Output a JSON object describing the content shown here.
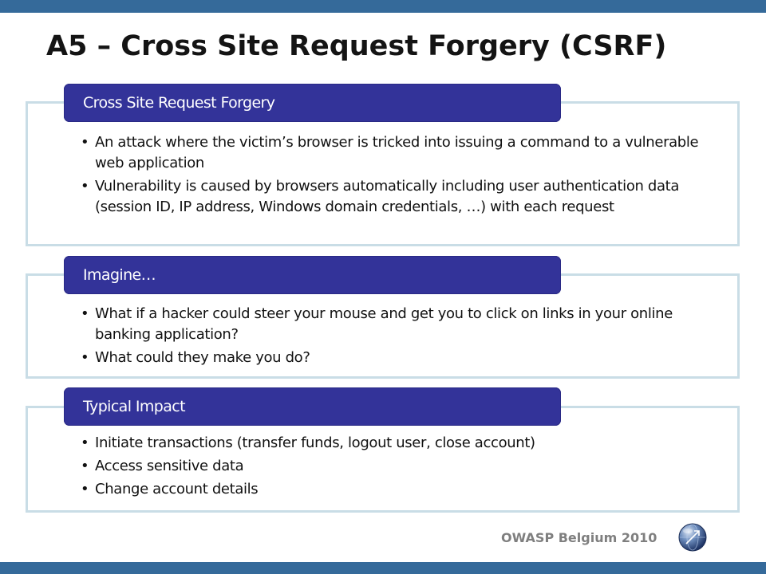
{
  "slide": {
    "title": "A5 – Cross Site Request Forgery (CSRF)",
    "footer": "OWASP Belgium 2010",
    "logo_icon": "owasp-globe-icon"
  },
  "sections": [
    {
      "heading": "Cross Site Request Forgery",
      "bullets": [
        "An attack where the victim’s browser is tricked into issuing a command to a vulnerable web application",
        "Vulnerability is caused by browsers automatically including user authentication data (session ID, IP address, Windows domain credentials, …) with each request"
      ]
    },
    {
      "heading": "Imagine…",
      "bullets": [
        "What if a hacker could steer your mouse and get you to click on links in your online banking application?",
        "What could they make you do?"
      ]
    },
    {
      "heading": "Typical Impact",
      "bullets": [
        "Initiate transactions (transfer funds, logout user, close account)",
        "Access sensitive data",
        "Change account details"
      ]
    }
  ],
  "colors": {
    "bar": "#356a9a",
    "tab": "#333399",
    "box_border": "#c9dde6",
    "footer_text": "#7f7f7f"
  }
}
